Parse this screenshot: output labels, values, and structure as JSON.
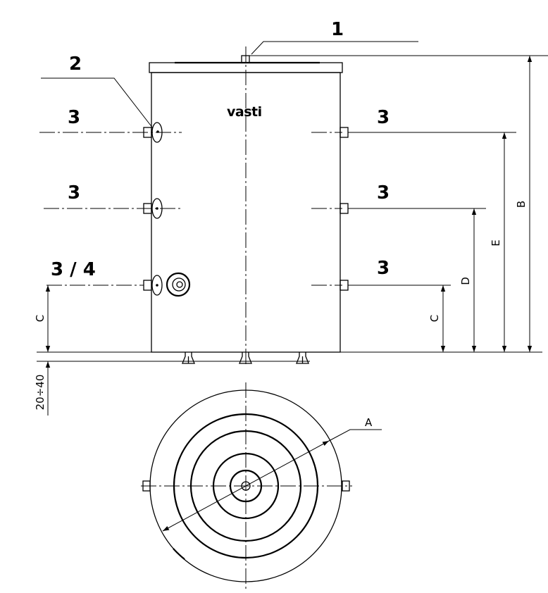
{
  "callouts": {
    "c1": "1",
    "c2": "2",
    "c3_left_top": "3",
    "c3_left_mid": "3",
    "c34_left_bot": "3 / 4",
    "c3_right_top": "3",
    "c3_right_mid": "3",
    "c3_right_bot": "3"
  },
  "dimensions": {
    "b": "B",
    "e": "E",
    "d": "D",
    "c_right": "C",
    "c_left": "C",
    "feet_range": "20÷40",
    "a": "A"
  },
  "brand": {
    "logo": "vasti"
  }
}
